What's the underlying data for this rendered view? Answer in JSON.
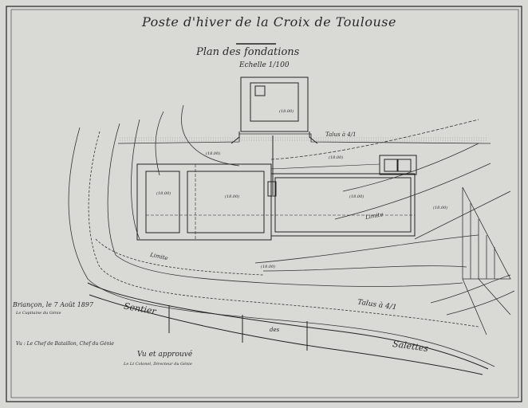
{
  "sheet": {
    "title": "Poste d'hiver de la Croix de Toulouse",
    "subtitle": "Plan des fondations",
    "scale": "Echelle 1/100"
  },
  "labels": {
    "sentier": "Sentier",
    "des": "des",
    "salettes": "Salettes",
    "talus_top": "Talus à 4/1",
    "talus_bottom": "Talus à 4/1",
    "limite_1": "Limite",
    "limite_2": "Limite"
  },
  "signatures": {
    "place_date": "Briançon, le 7 Août 1897",
    "place_sign": "Le Capitaine du Génie",
    "vu_chef": "Vu : Le Chef de Bataillon, Chef du Génie",
    "vu_approuve": "Vu et approuvé",
    "approuve_sign": "Le Lt Colonel, Directeur du Génie"
  },
  "elevations": {
    "room_top": "(18.00)",
    "room_left": "(18.00)",
    "room_mid": "(18.00)",
    "area_right": "(18.00)",
    "corner": "(18.00)",
    "upper_left": "(18.00)",
    "upper_mid": "(18.00)",
    "lower": "(18.00)"
  },
  "colors": {
    "paper": "#d9dad6",
    "ink": "#2a2a2a",
    "frame": "#1a1a1a"
  }
}
